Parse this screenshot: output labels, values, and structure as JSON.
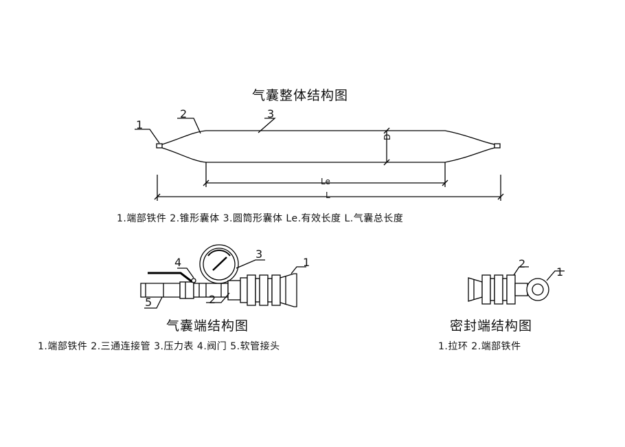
{
  "overall": {
    "title": "气囊整体结构图",
    "callouts": [
      "1",
      "2",
      "3"
    ],
    "dim_d": "D",
    "dim_le": "Le",
    "dim_l": "L",
    "legend": "1.端部铁件  2.锥形囊体  3.圆筒形囊体  Le.有效长度  L.气囊总长度"
  },
  "inflation_end": {
    "title": "气囊端结构图",
    "callouts": [
      "1",
      "2",
      "3",
      "4",
      "5"
    ],
    "legend": "1.端部铁件  2.三通连接管  3.压力表  4.阀门   5.软管接头"
  },
  "sealed_end": {
    "title": "密封端结构图",
    "callouts": [
      "1",
      "2"
    ],
    "legend": "1.拉环       2.端部铁件"
  }
}
